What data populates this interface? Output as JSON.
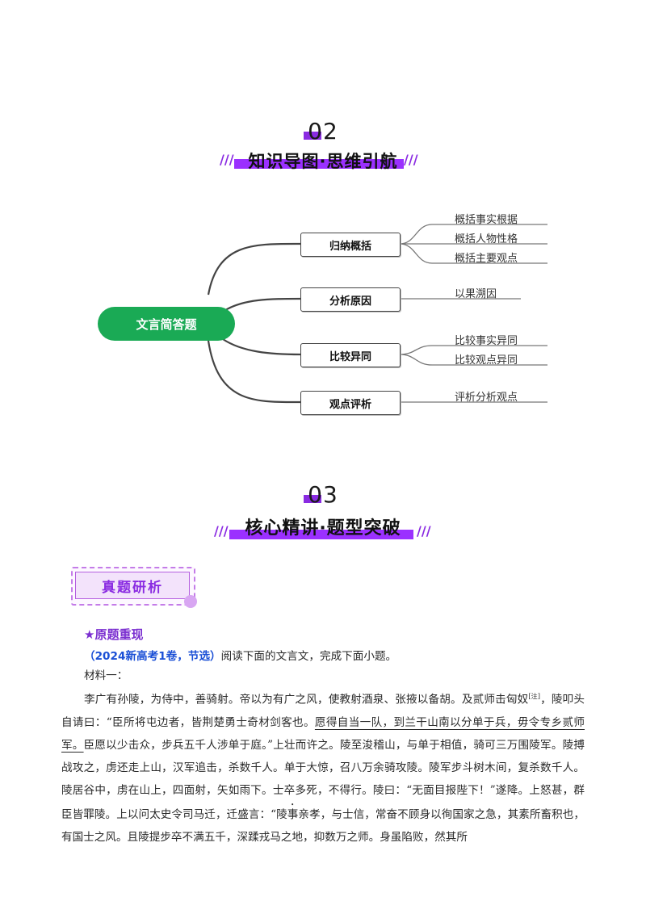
{
  "section2": {
    "number": "02",
    "title": "知识导图·思维引航",
    "slashes": "///"
  },
  "mindmap": {
    "root": "文言简答题",
    "branches": [
      {
        "label": "归纳概括",
        "leaves": [
          "概括事实根据",
          "概括人物性格",
          "概括主要观点"
        ]
      },
      {
        "label": "分析原因",
        "leaves": [
          "以果溯因"
        ]
      },
      {
        "label": "比较异同",
        "leaves": [
          "比较事实异同",
          "比较观点异同"
        ]
      },
      {
        "label": "观点评析",
        "leaves": [
          "评析分析观点"
        ]
      }
    ]
  },
  "section3": {
    "number": "03",
    "title": "核心精讲·题型突破",
    "slashes": "///"
  },
  "badge": {
    "label": "真题研析"
  },
  "subheading": "★原题重现",
  "question": {
    "source": "（2024新高考1卷，节选）",
    "instruction": "阅读下面的文言文，完成下面小题。"
  },
  "material_label": "材料一：",
  "passage": {
    "p1": "李广有孙陵，为侍中，善骑射。帝以为有广之风，使教射酒泉、张掖以备胡。及贰师击匈奴",
    "note": "[注]",
    "p2": "，陵叩头自请曰：“臣所将屯边者，皆荆楚勇士奇材剑客也。",
    "underlined": "愿得自当一队，到兰干山南以分单于兵，毋令专乡贰师军。",
    "p3": "臣愿以少击众，步兵五千人涉单于庭。”上壮而许之。陵至浚稽山，与单于相值，骑可三万围陵军。陵搏战攻之，虏还走上山，汉军追击，杀数千人。单于大惊，召八万余骑攻陵。陵军步斗树木间，复杀数千人。陵居谷中，虏在山上，四面射，矢如雨下。士卒多死，不得行。陵曰：“无面目报陛下！”遂降。上怒甚，群臣皆罪陵。上以问太史令司马迁，迁盛言：“陵",
    "emph": "事",
    "p4": "亲孝，与士信，常奋不顾身以徇国家之急，其素所畜积也，有国士之风。且陵提步卒不满五千，深蹂戎马之地，抑数万之师。身虽陷败，然其所"
  },
  "colors": {
    "accent": "#8a2be2",
    "root_green": "#1aaa55",
    "source_blue": "#1a4fd6"
  }
}
